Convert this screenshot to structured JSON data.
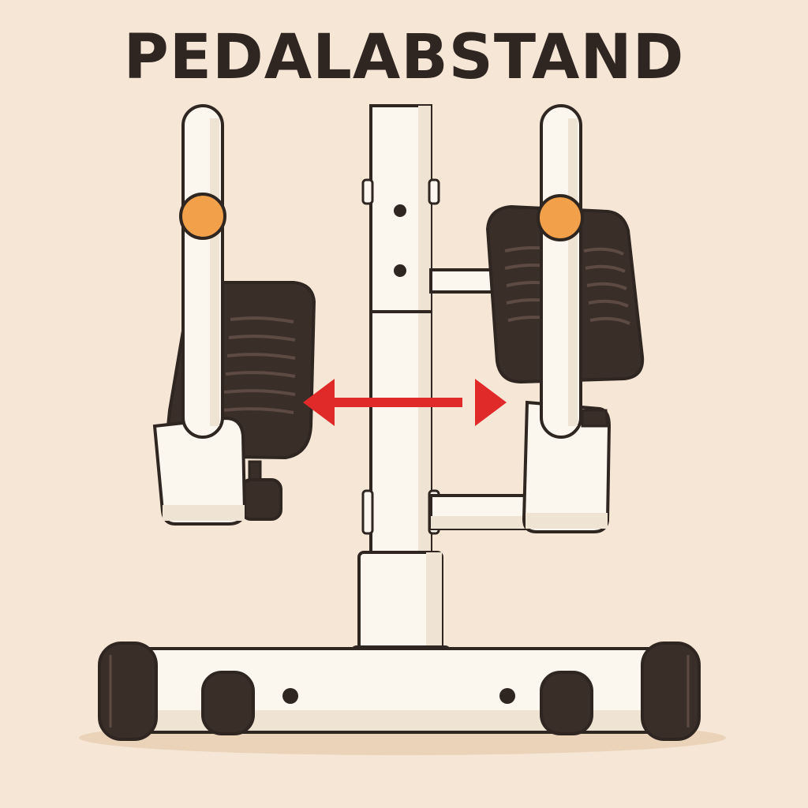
{
  "title": "PEDALABSTAND",
  "colors": {
    "background": "#f5e6d6",
    "frame": "#fbf6ee",
    "frame_shade": "#efe4d3",
    "outline": "#2f2521",
    "pedal": "#3a2e29",
    "pedal_line": "#5c4a43",
    "knob": "#f2a04a",
    "arrow": "#e02a2a",
    "foot": "#3a2e29",
    "shadow": "#ead3b9"
  },
  "icons": {
    "arrow": "double-arrow-horizontal",
    "knob": "orange-adjust-knob"
  }
}
